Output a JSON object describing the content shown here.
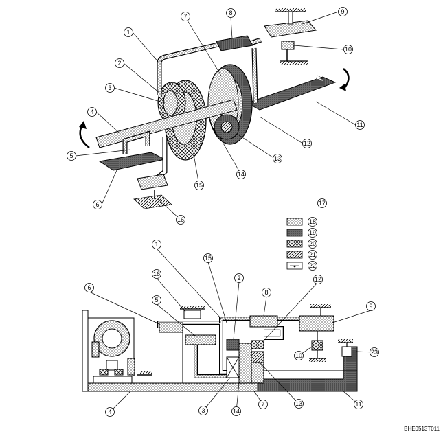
{
  "callouts": {
    "c1": "1",
    "c2": "2",
    "c3": "3",
    "c4": "4",
    "c5": "5",
    "c6": "6",
    "c7": "7",
    "c8": "8",
    "c9": "9",
    "c10": "10",
    "c11": "11",
    "c12": "12",
    "c13": "13",
    "c14": "14",
    "c15": "15",
    "c16": "16",
    "c17": "17",
    "c18": "18",
    "c19": "19",
    "c20": "20",
    "c21": "21",
    "c22": "22",
    "c23": "23"
  },
  "image_code": "BHE0513T011"
}
